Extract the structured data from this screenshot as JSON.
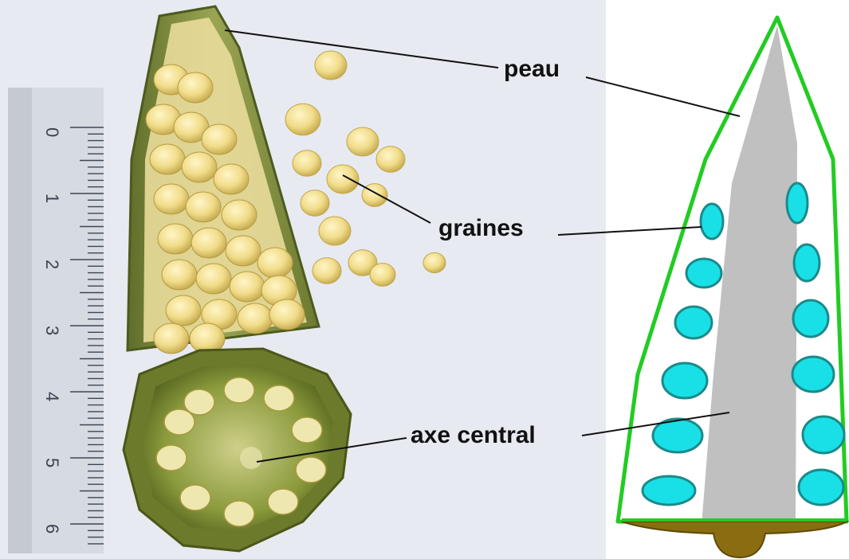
{
  "labels": {
    "peau": "peau",
    "graines": "graines",
    "axe_central": "axe central"
  },
  "ruler": {
    "numbers": [
      "0",
      "1",
      "2",
      "3",
      "4",
      "5",
      "6"
    ]
  },
  "colors": {
    "skin_outline": "#22cc22",
    "central_axis": "#c0c0c0",
    "seed_fill": "#19e0e6",
    "seed_stroke": "#1b8a8a",
    "base": "#8a6d10",
    "photo_background": "#e8eaf2",
    "okra_green": "#7e8c3a",
    "seed_photo": "#f0dc8c"
  }
}
